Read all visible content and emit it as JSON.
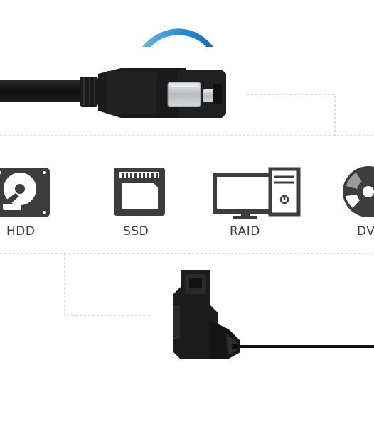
{
  "devices": [
    {
      "id": "hdd",
      "label": "HDD",
      "icon": "hard-drive-icon"
    },
    {
      "id": "ssd",
      "label": "SSD",
      "icon": "ssd-icon"
    },
    {
      "id": "raid",
      "label": "RAID",
      "icon": "desktop-computer-icon"
    },
    {
      "id": "dvd",
      "label": "DV",
      "icon": "optical-disc-icon"
    }
  ],
  "colors": {
    "icon": "#3d3d3d",
    "cable": "#141414",
    "connector_metal": "#c9cdd1",
    "dashed_line": "#b9b9b9",
    "brand_arc": "#1f8bd6"
  }
}
